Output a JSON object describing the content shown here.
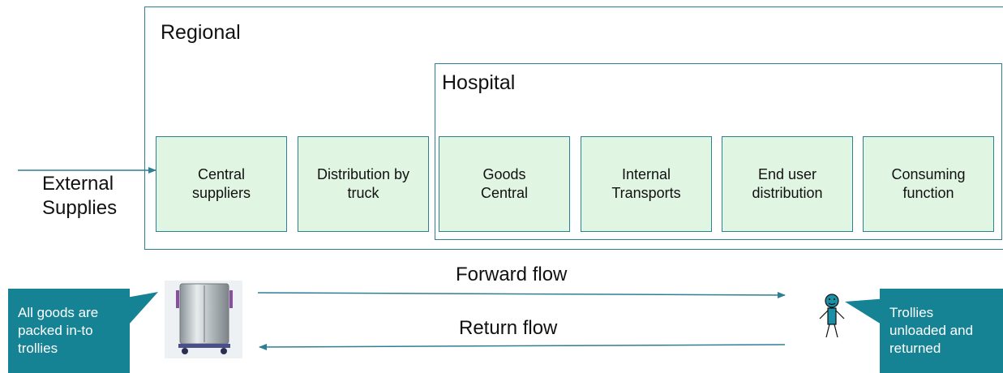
{
  "regional": {
    "label": "Regional"
  },
  "hospital": {
    "label": "Hospital"
  },
  "steps": [
    {
      "label": "Central\nsuppliers"
    },
    {
      "label": "Distribution by\ntruck"
    },
    {
      "label": "Goods\nCentral"
    },
    {
      "label": "Internal\nTransports"
    },
    {
      "label": "End user\ndistribution"
    },
    {
      "label": "Consuming\nfunction"
    }
  ],
  "external": {
    "label": "External\nSupplies"
  },
  "flows": {
    "forward": "Forward flow",
    "return": "Return flow"
  },
  "callouts": {
    "left": "All goods are\npacked in-to\ntrollies",
    "right": "Trollies\nunloaded and\nreturned"
  },
  "colors": {
    "accent": "#2e7f93",
    "box_fill": "#e1f5e3",
    "callout": "#168395"
  },
  "icons": {
    "trolley": "trolley-icon",
    "person": "person-icon"
  }
}
